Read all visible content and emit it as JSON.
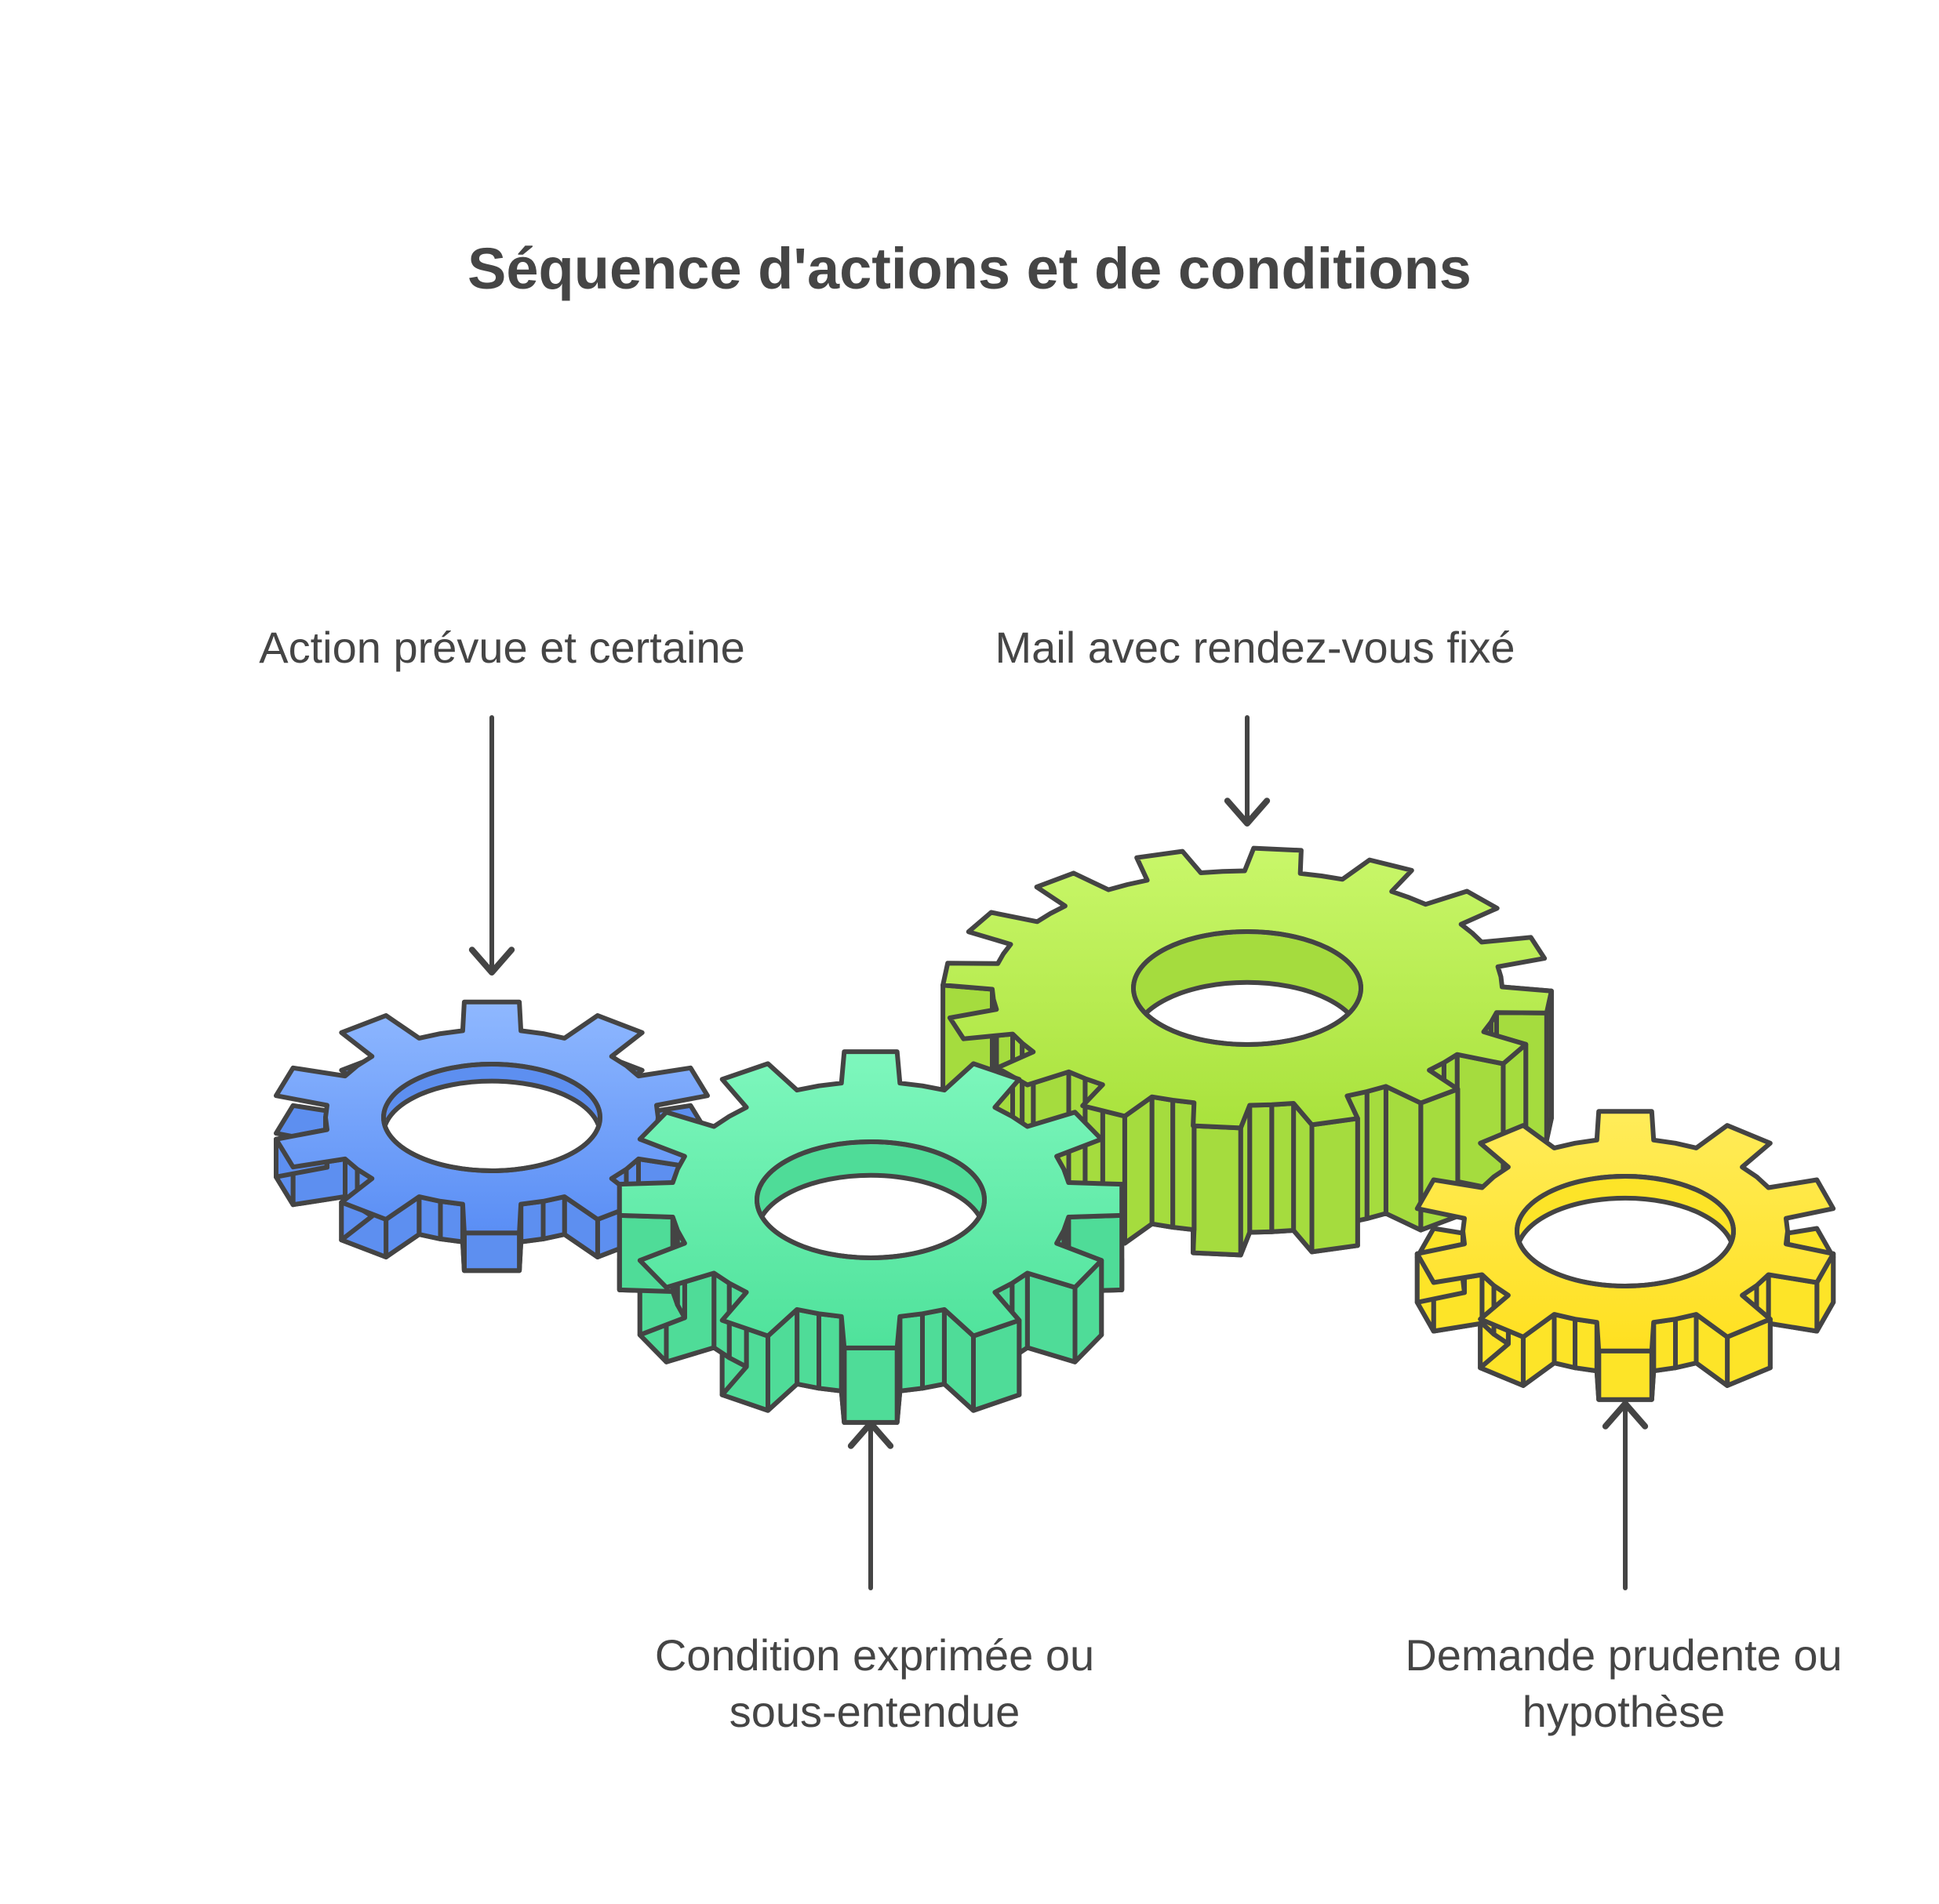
{
  "title": "Séquence d'actions et de conditions",
  "labels": {
    "action": "Action prévue et certaine",
    "mail": "Mail avec rendez-vous fixé",
    "condition": {
      "line1": "Condition exprimée ou",
      "line2": "sous-entendue"
    },
    "demande": {
      "line1": "Demande prudente ou",
      "line2": "hypothèse"
    }
  },
  "gears": [
    {
      "id": "blue",
      "teeth": 10,
      "top_color": "#8fb8ff",
      "bottom_color": "#5a8ef5",
      "side_color": "#5d8ff0"
    },
    {
      "id": "lime",
      "teeth": 16,
      "top_color": "#c9f76a",
      "bottom_color": "#a9e23c",
      "side_color": "#a5dc3e"
    },
    {
      "id": "green",
      "teeth": 12,
      "top_color": "#7ef7bd",
      "bottom_color": "#4fe29b",
      "side_color": "#4fdc98"
    },
    {
      "id": "yellow",
      "teeth": 10,
      "top_color": "#ffec5a",
      "bottom_color": "#ffe020",
      "side_color": "#fde428"
    }
  ],
  "colors": {
    "stroke": "#444444",
    "text": "#454545",
    "background": "#ffffff"
  }
}
